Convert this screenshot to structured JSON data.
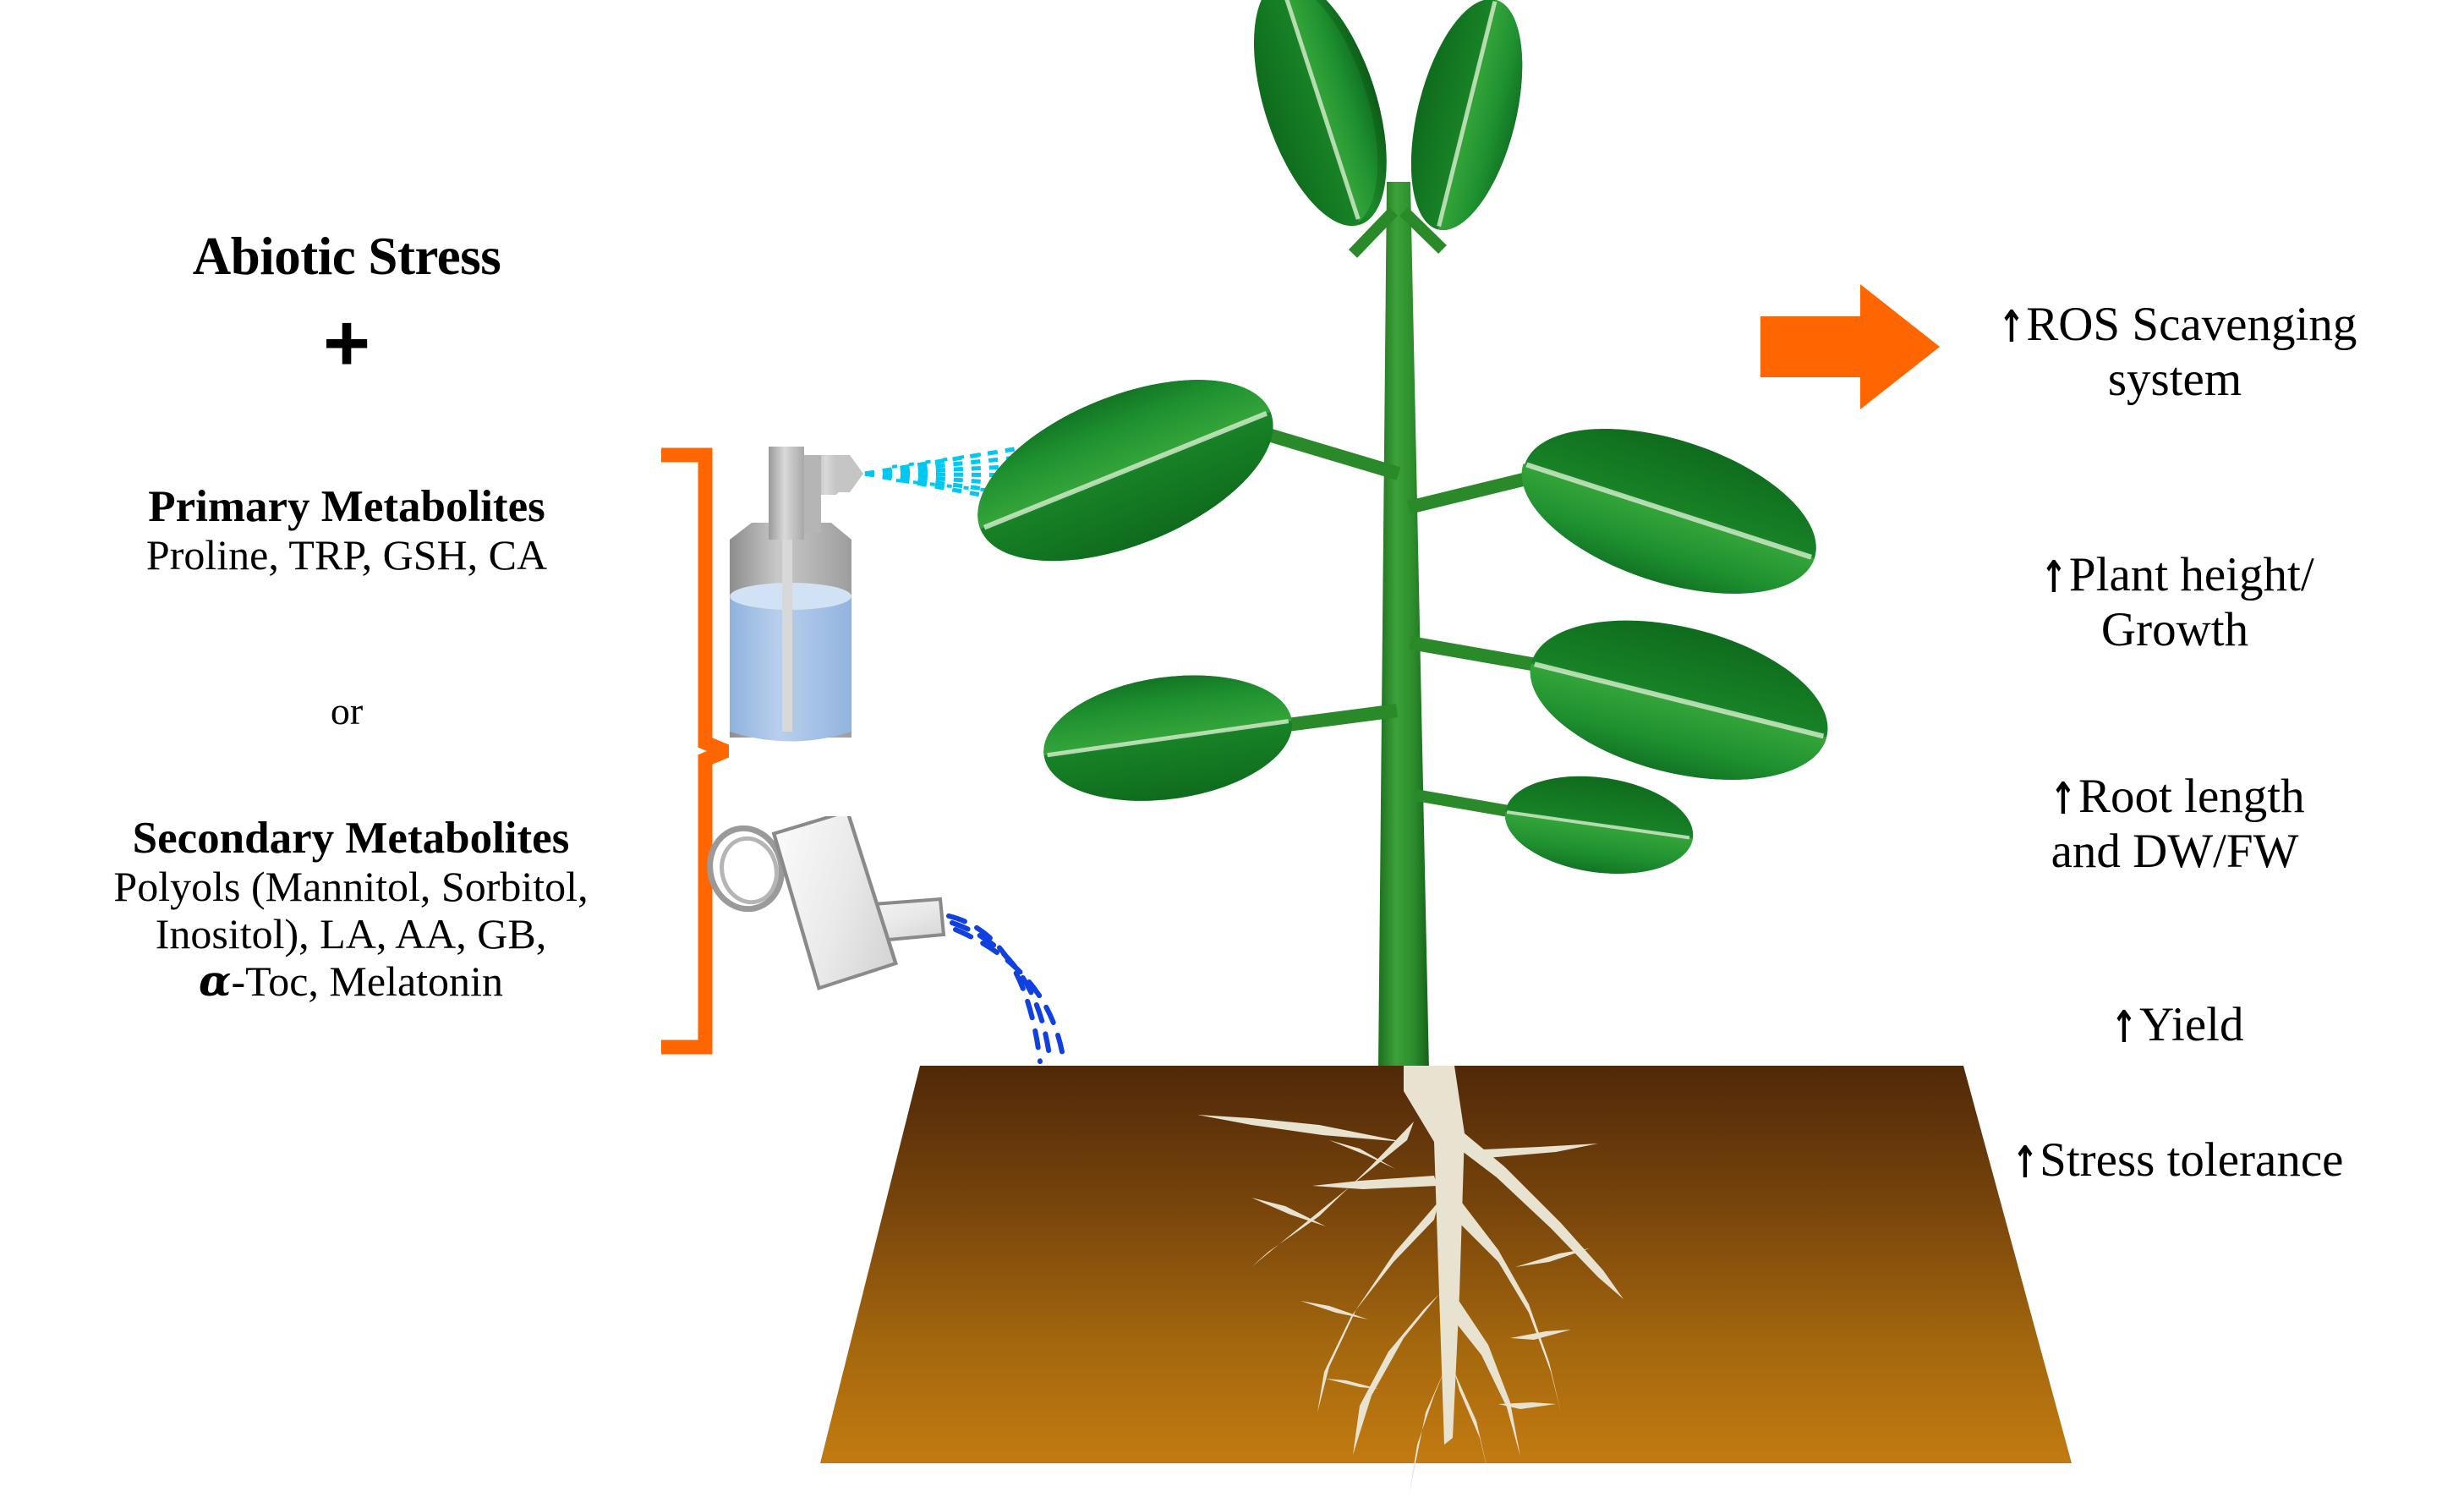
{
  "figure": {
    "type": "scientific-schematic",
    "subject": "Exogenous metabolite application mitigating abiotic stress in plants"
  },
  "left": {
    "title": "Abiotic Stress",
    "plus": "+",
    "or": "or",
    "primary": {
      "heading": "Primary Metabolites",
      "items": "Proline, TRP, GSH, CA"
    },
    "secondary": {
      "heading": "Secondary Metabolites",
      "line1": "Polyols (Mannitol, Sorbitol,",
      "line2": "Inositol), LA, AA, GB,",
      "line3_alpha": "α",
      "line3_rest": "-Toc, Melatonin"
    }
  },
  "icons": {
    "bracket": "curly-brace-icon",
    "spray_bottle": "spray-bottle-icon",
    "spray_mist": "spray-mist-icon",
    "watering_can": "watering-can-icon",
    "water_stream": "water-stream-icon",
    "plant": "plant-icon",
    "roots": "root-system-icon",
    "soil": "soil-plane-icon",
    "big_arrow": "right-arrow-icon",
    "up_arrow": "up-arrow-icon"
  },
  "outputs": {
    "arrow_glyph": "↑",
    "items": [
      {
        "id": "ros",
        "text": "ROS Scavenging\nsystem"
      },
      {
        "id": "height",
        "text": "Plant height/\nGrowth"
      },
      {
        "id": "root",
        "text": "Root length\nand DW/FW"
      },
      {
        "id": "yield",
        "text": "Yield"
      },
      {
        "id": "tolerance",
        "text": "Stress tolerance"
      }
    ]
  },
  "colors": {
    "orange_accent": "#FF6600",
    "leaf_light": "#2A9A33",
    "leaf_dark": "#157A24",
    "stem": "#2E8B2B",
    "soil_top": "#5A3209",
    "soil_bottom": "#C27B10",
    "root": "#E8E2D0",
    "spray_liquid": "#A8C4E8",
    "spray_mist": "#00C8F0",
    "water_stream": "#1040E0",
    "metal": "#BFBFBF",
    "text": "#000000"
  }
}
